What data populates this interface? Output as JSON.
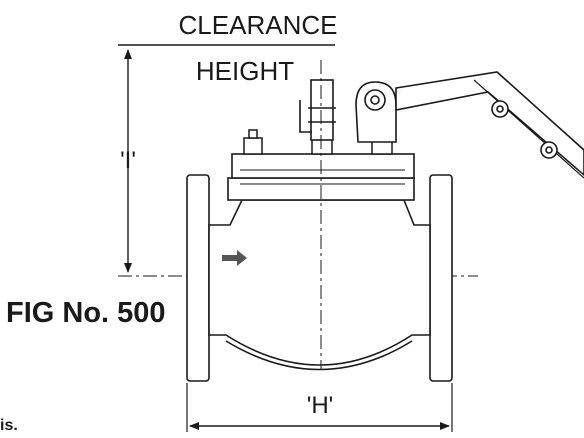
{
  "labels": {
    "clearance_line1": "CLEARANCE",
    "clearance_line2": "HEIGHT",
    "dim_height": "'I'",
    "dim_width": "'H'",
    "figure": "FIG No. 500",
    "fragment": "is."
  },
  "colors": {
    "ink": "#1a1a1a",
    "arrow": "#555555",
    "paper": "#ffffff"
  }
}
